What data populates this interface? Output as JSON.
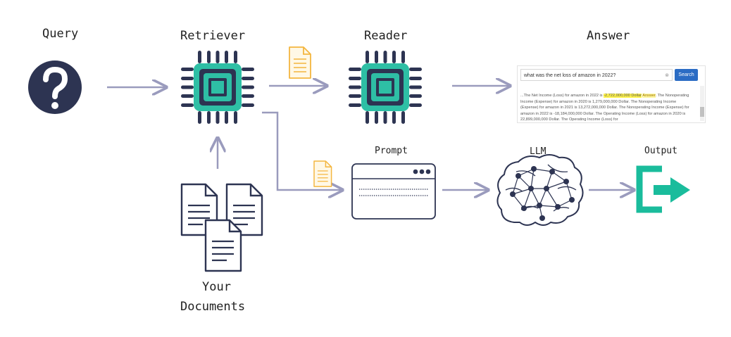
{
  "labels": {
    "query": "Query",
    "retriever": "Retriever",
    "reader": "Reader",
    "answer": "Answer",
    "prompt": "Prompt",
    "llm": "LLM",
    "output": "Output",
    "documents_line1": "Your",
    "documents_line2": "Documents"
  },
  "answer_panel": {
    "question": "what was the net loss of amazon in 2022?",
    "clear_icon": "⊗",
    "search_button": "Search",
    "result_prefix": "...The Net Income (Loss) for amazon in 2022 is ",
    "result_highlight": "-2,722,000,000 Dollar",
    "result_tag": "Answer",
    "result_rest": ". The Nonoperating Income (Expense) for amazon in 2020 is 1,279,000,000 Dollar. The Nonoperating Income (Expense) for amazon in 2021 is 13,272,000,000 Dollar. The Nonoperating Income (Expense) for amazon in 2022 is -18,184,000,000 Dollar. The Operating Income (Loss) for amazon in 2020 is 22,899,000,000 Dollar. The Operating Income (Loss) for"
  },
  "colors": {
    "chip_outline": "#2d3452",
    "chip_core": "#2ebfa5",
    "arrow": "#9a9bbd",
    "doc_yellow": "#f4b63f",
    "query_circle": "#2d3452",
    "output_teal": "#1abc9c",
    "search_button": "#2b6cc4",
    "highlight": "#fff34d"
  },
  "icons": {
    "query": "question-mark-circle-icon",
    "retriever": "chip-icon",
    "reader": "chip-icon",
    "document": "document-icon",
    "prompt": "browser-window-icon",
    "llm": "brain-network-icon",
    "output": "exit-arrow-icon"
  }
}
